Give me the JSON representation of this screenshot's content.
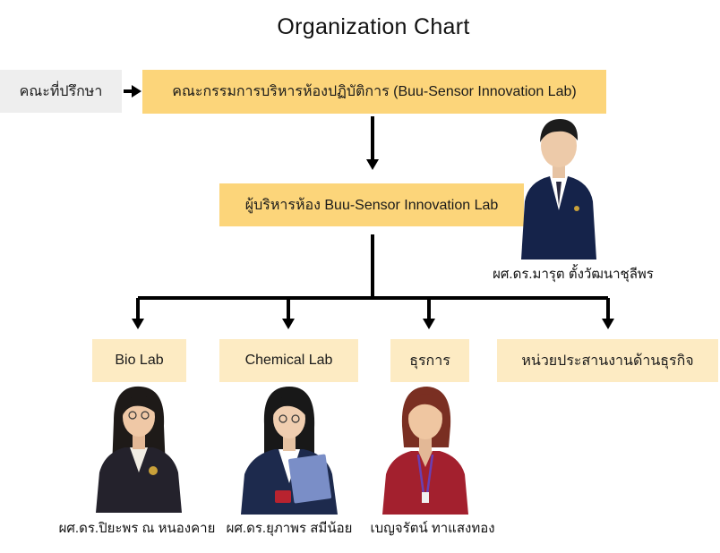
{
  "title": "Organization Chart",
  "advisor": {
    "label": "คณะที่ปรึกษา"
  },
  "committee": {
    "label": "คณะกรรมการบริหารห้องปฏิบัติการ (Buu-Sensor Innovation Lab)"
  },
  "director": {
    "label": "ผู้บริหารห้อง Buu-Sensor Innovation Lab",
    "person": {
      "name": "ผศ.ดร.มารุต ตั้งวัฒนาชุลีพร"
    }
  },
  "units": [
    {
      "label": "Bio Lab",
      "person": "ผศ.ดร.ปิยะพร ณ หนองคาย"
    },
    {
      "label": "Chemical Lab",
      "person": "ผศ.ดร.ยุภาพร สมีน้อย"
    },
    {
      "label": "ธุรการ",
      "person": "เบญจรัตน์ ทาแสงทอง"
    },
    {
      "label": "หน่วยประสานงานด้านธุรกิจ",
      "person": ""
    }
  ],
  "colors": {
    "primary_box": "#fcd57a",
    "secondary_box": "#fdebc3",
    "advisor_box": "#eeeeee",
    "line": "#000000"
  }
}
